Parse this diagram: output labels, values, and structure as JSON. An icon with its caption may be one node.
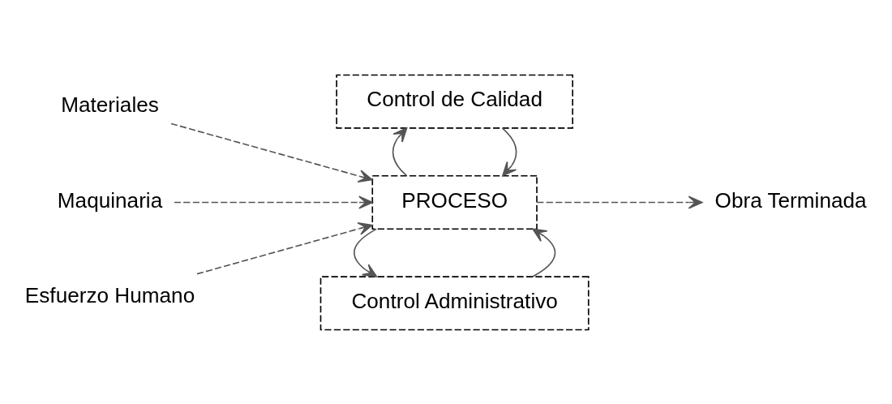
{
  "diagram": {
    "nodes": [
      {
        "text": [
          "Control Administrativo"
        ]
      },
      {
        "text": [
          "Materiales"
        ]
      },
      {
        "text": [
          "Maquinaria"
        ]
      },
      {
        "text": [
          "PROCESO"
        ]
      },
      {
        "text": [
          "Obra Terminada"
        ]
      },
      {
        "text": [
          "Esfuerzo Humano"
        ]
      },
      {
        "text": [
          "Control de Calidad"
        ]
      }
    ],
    "edges": [
      {
        "from": 0,
        "to": 3,
        "arrow": "to"
      },
      {
        "from": 3,
        "to": 0,
        "arrow": "to"
      },
      {
        "from": 1,
        "to": 3,
        "arrow": "to",
        "style": "dashed"
      },
      {
        "from": 2,
        "to": 3,
        "arrow": "to",
        "style": "dashed"
      },
      {
        "from": 3,
        "to": 4,
        "arrow": "to",
        "style": "dashed"
      },
      {
        "from": 5,
        "to": 3,
        "arrow": "to",
        "style": "dashed"
      },
      {
        "from": 6,
        "to": 3,
        "arrow": "to"
      },
      {
        "from": 3,
        "to": 6,
        "arrow": "to"
      }
    ]
  }
}
